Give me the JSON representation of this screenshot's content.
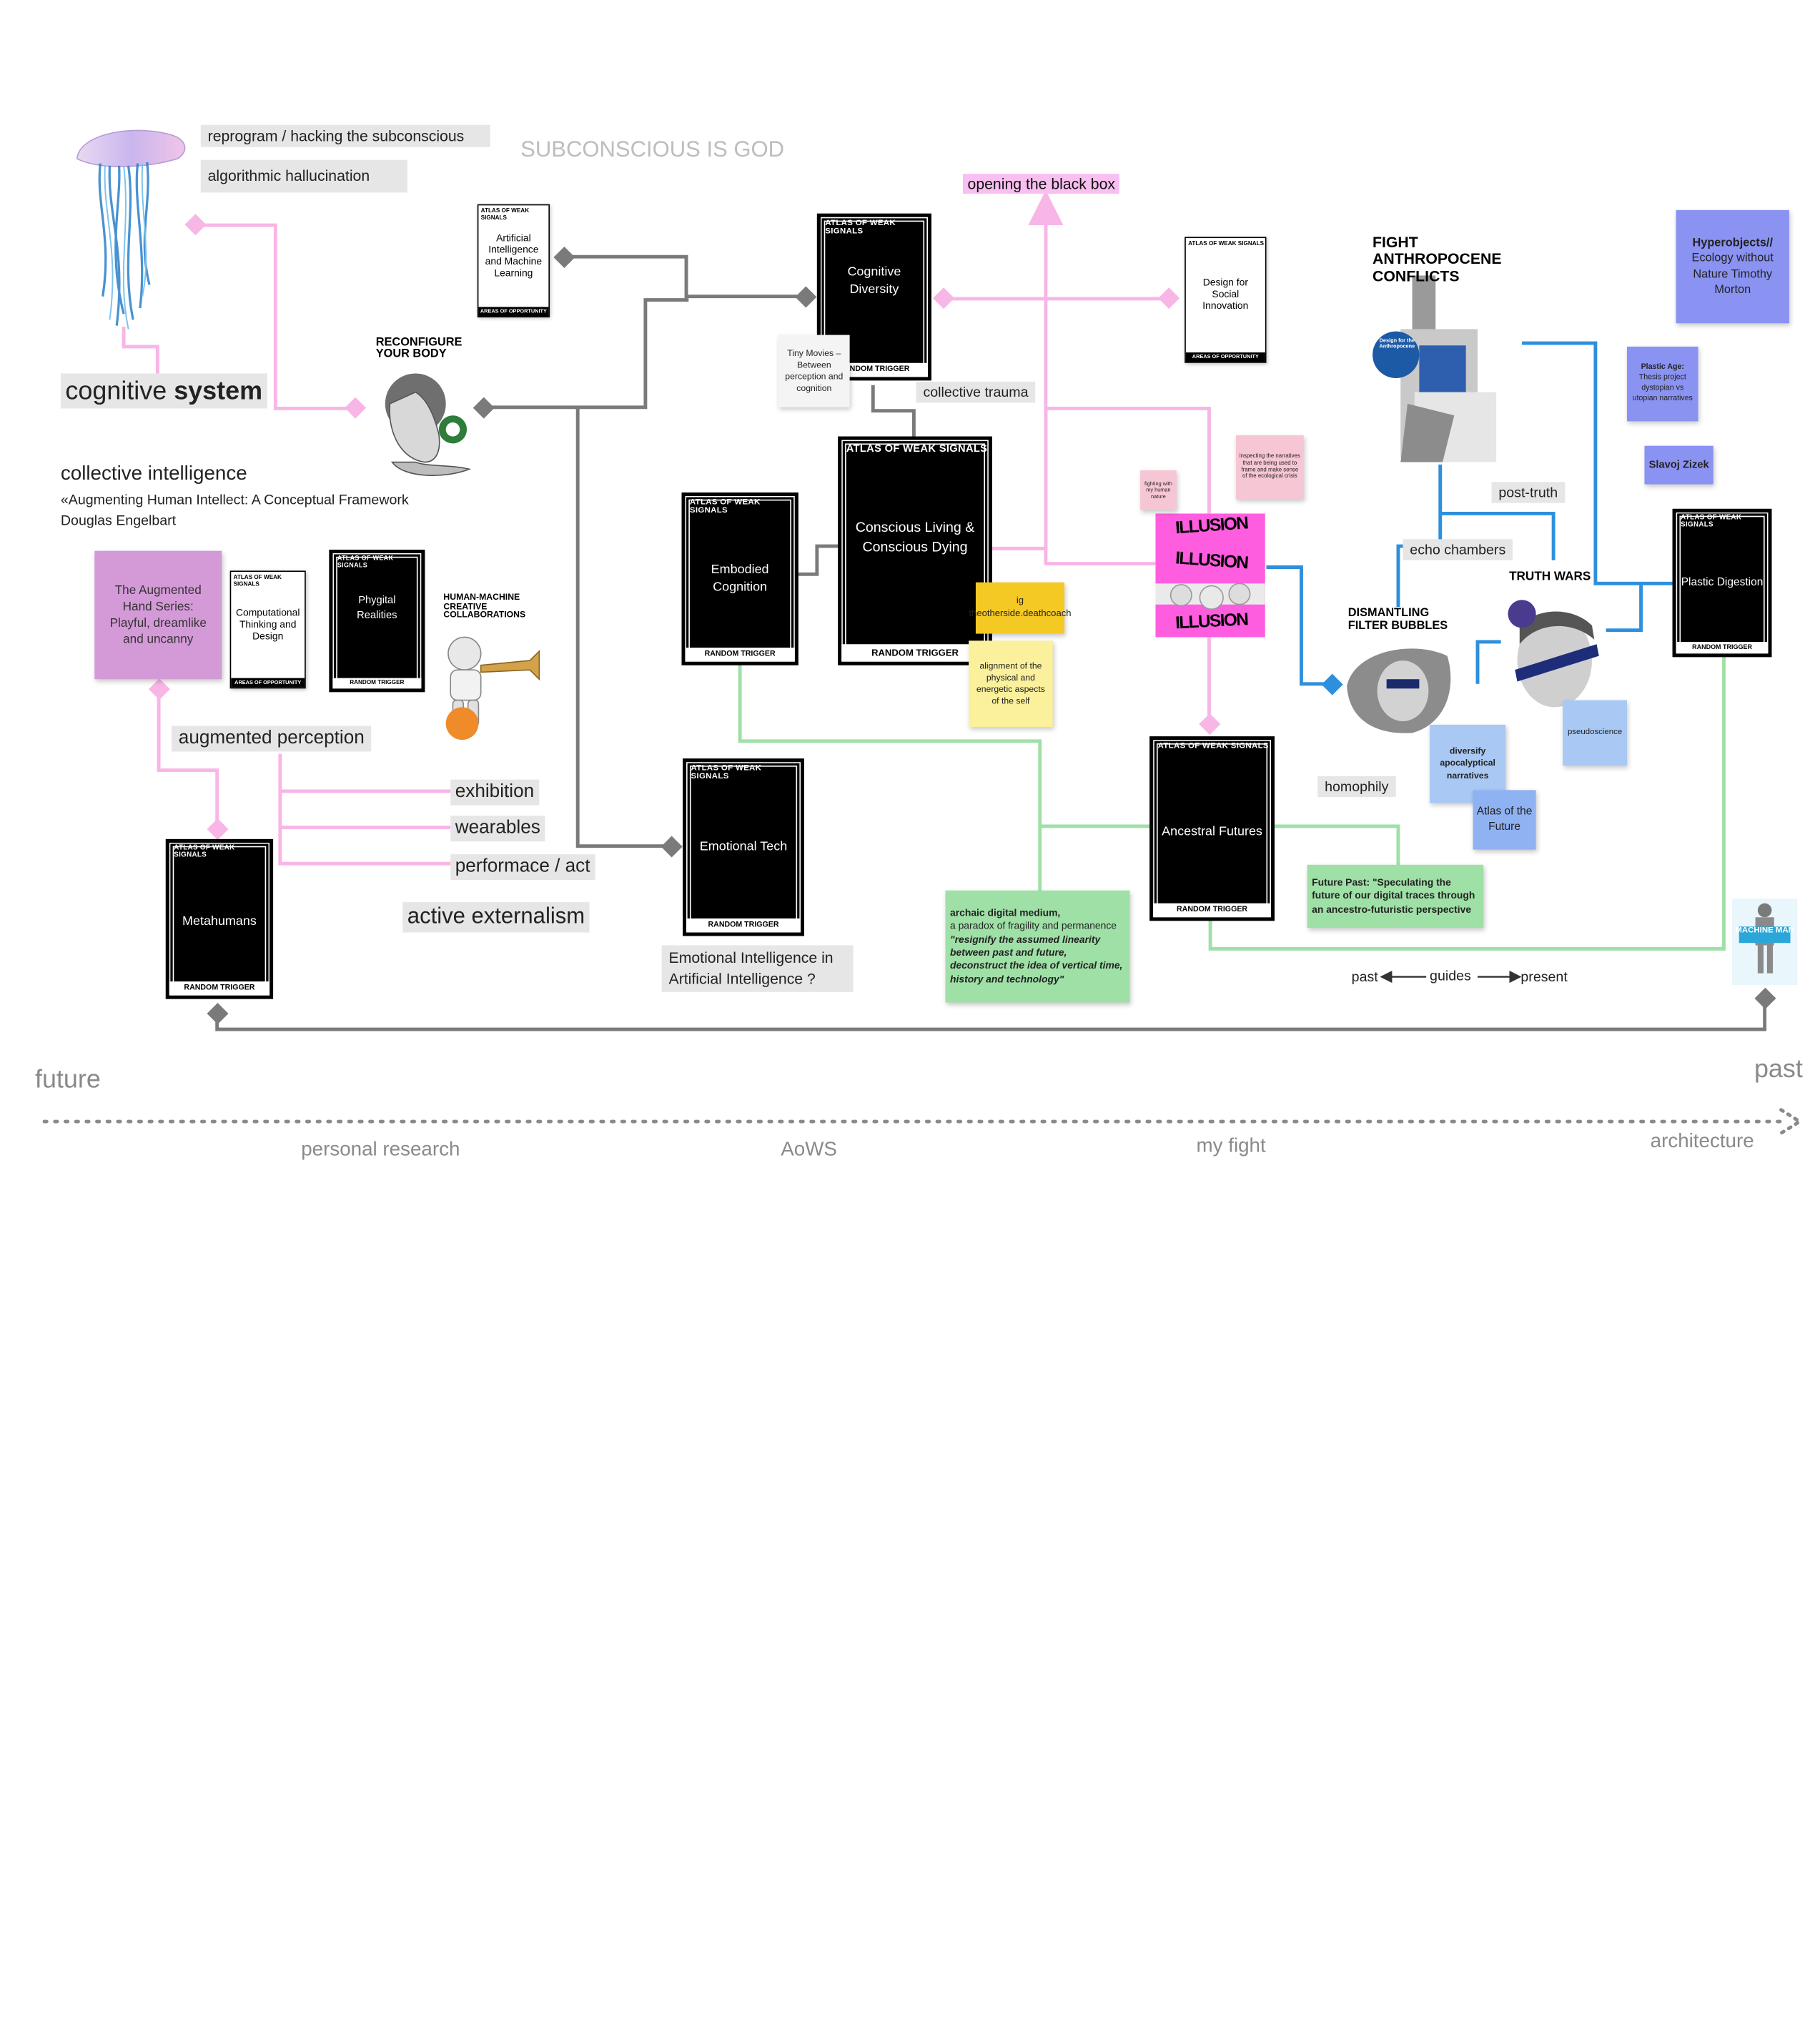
{
  "colors": {
    "pink": "#f8b6e6",
    "grey": "#7a7a7a",
    "blue": "#2e8fdc",
    "green": "#9fe0a6",
    "label_bg": "#e6e6e6",
    "hl_pink": "#f8bff0",
    "faint": "#bdbdbd"
  },
  "header": {
    "title": "SUBCONSCIOUS IS GOD"
  },
  "labels": {
    "reprogram": "reprogram / hacking the subconscious",
    "hallucination": "algorithmic hallucination",
    "cognitive_a": "cognitive ",
    "cognitive_b": "system",
    "collective": "collective intelligence",
    "engelbart_1": "«Augmenting Human Intellect: A Conceptual Framework",
    "engelbart_2": "Douglas Engelbart",
    "augmented_perception": "augmented perception",
    "exhibition": "exhibition",
    "wearables": "wearables",
    "performace": "performace / act",
    "active_externalism": "active externalism",
    "emotional_ai": "Emotional Intelligence in Artificial Intelligence ?",
    "black_box": "opening the black box",
    "collective_trauma": "collective trauma",
    "post_truth": "post-truth",
    "echo_chambers": "echo chambers",
    "homophily": "homophily",
    "past": "past",
    "guides": "guides",
    "present": "present"
  },
  "headlines": {
    "reconfigure": "RECONFIGURE YOUR BODY",
    "hmc": "HUMAN-MACHINE CREATIVE COLLABORATIONS",
    "fight": "FIGHT ANTHROPOCENE CONFLICTS",
    "truth_wars": "TRUTH WARS",
    "dismantling": "DISMANTLING FILTER BUBBLES"
  },
  "badges": {
    "anthropocene": "Design for the Anthropocene",
    "machine_man": "MACHINE MAN"
  },
  "cards_common": {
    "atlas": "ATLAS OF WEAK SIGNALS",
    "random": "RANDOM TRIGGER",
    "areas": "AREAS OF OPPORTUNITY"
  },
  "cards": {
    "cognitive_diversity": "Cognitive Diversity",
    "conscious": "Conscious Living & Conscious Dying",
    "embodied": "Embodied Cognition",
    "emotional": "Emotional Tech",
    "phygital": "Phygital Realities",
    "metahumans": "Metahumans",
    "ancestral": "Ancestral Futures",
    "plastic": "Plastic Digestion"
  },
  "white_cards": {
    "ai_ml": "Artificial Intelligence and Machine Learning",
    "social_innovation": "Design for Social Innovation",
    "computational": "Computational Thinking and Design"
  },
  "stickies": {
    "augmented_hand": "The Augmented Hand Series: Playful, dreamlike and uncanny",
    "tiny_movies": "Tiny Movies – Between perception and cognition",
    "ig": "ig theotherside.deathcoach",
    "alignment": "alignment of the physical and energetic aspects of the self",
    "fighting": "fighting with my human nature",
    "inspecting": "inspecting the narratives that are being used to frame and make sense of the ecological crisis",
    "hyperobjects_title": "Hyperobjects//",
    "hyperobjects_body": "Ecology without Nature Timothy Morton",
    "plastic_age_title": "Plastic Age:",
    "plastic_age_body": "Thesis project dystopian vs utopian narratives",
    "zizek": "Slavoj Zizek",
    "diversify": "diversify apocalyptical narratives",
    "atlas_future": "Atlas of the Future",
    "pseudoscience": "pseudoscience",
    "future_past": "Future Past: \"Speculating the future of our digital traces through an ancestro-futuristic perspective",
    "archaic_title": "archaic digital medium,",
    "archaic_body": "a paradox of fragility and permanence",
    "archaic_quote": "\"resignify the assumed linearity between past and future, deconstruct the idea of vertical time, history and technology\""
  },
  "illusion_text": "ILLUSION",
  "timeline": {
    "future": "future",
    "past": "past",
    "personal_research": "personal research",
    "aows": "AoWS",
    "my_fight": "my fight",
    "architecture": "architecture"
  }
}
